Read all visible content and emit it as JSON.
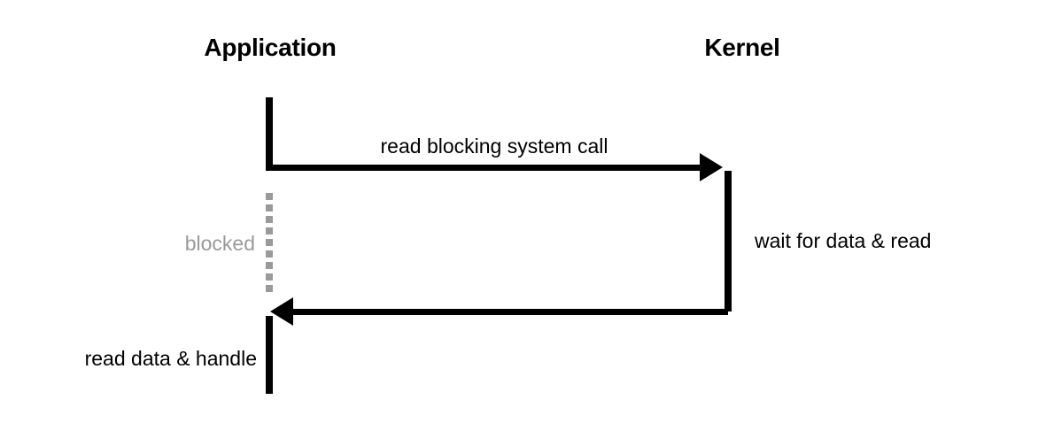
{
  "diagram": {
    "title": "Blocking I/O sequence diagram",
    "background_color": "#ffffff",
    "participants": [
      {
        "id": "application",
        "label": "Application"
      },
      {
        "id": "kernel",
        "label": "Kernel"
      }
    ],
    "messages": [
      {
        "id": "request",
        "label": "read blocking system call",
        "from": "application",
        "to": "kernel",
        "direction": "right",
        "style": "solid",
        "color": "#000000"
      },
      {
        "id": "return",
        "label": "",
        "from": "kernel",
        "to": "application",
        "direction": "left",
        "style": "solid",
        "color": "#000000"
      }
    ],
    "notes": [
      {
        "id": "blocked",
        "label": "blocked",
        "participant": "application",
        "color": "#9a9a9a",
        "style": "dotted"
      },
      {
        "id": "wait-for-data",
        "label": "wait for data & read",
        "participant": "kernel",
        "color": "#000000",
        "style": "solid"
      },
      {
        "id": "read-data-handle",
        "label": "read data & handle",
        "participant": "application",
        "color": "#000000",
        "style": "solid"
      }
    ]
  }
}
